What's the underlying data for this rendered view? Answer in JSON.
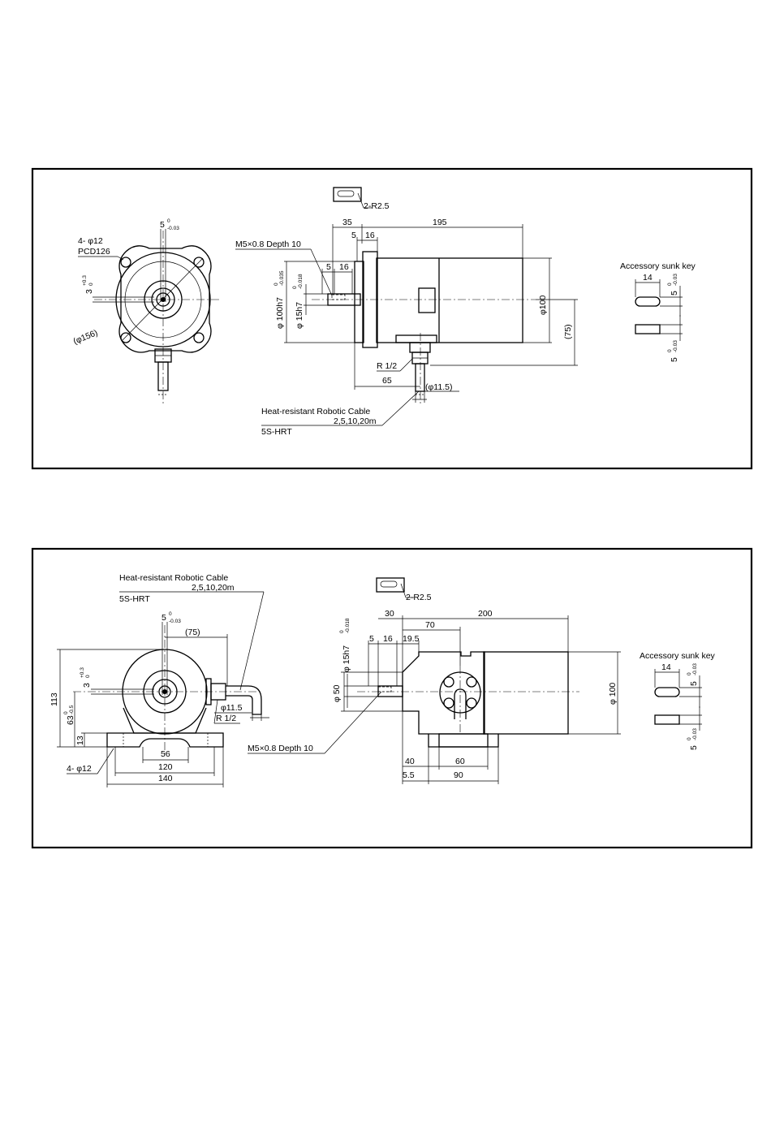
{
  "panel1": {
    "key_icon_label": "2-R2.5",
    "front": {
      "key_width": "5",
      "key_width_tol_upper": "0",
      "key_width_tol_lower": "-0.03",
      "holes": "4- φ12",
      "pcd": "PCD126",
      "key_depth": "3",
      "key_depth_tol_upper": "+0.3",
      "key_depth_tol_lower": "0",
      "outer_dia": "(φ156)"
    },
    "side": {
      "dim_35": "35",
      "dim_195": "195",
      "dim_5_top": "5",
      "dim_16_top": "16",
      "tap": "M5×0.8 Depth 10",
      "dim_5": "5",
      "dim_16": "16",
      "pilot_dia": "φ 100h7",
      "pilot_tol_upper": "0",
      "pilot_tol_lower": "-0.035",
      "shaft_dia": "φ 15h7",
      "shaft_tol_upper": "0",
      "shaft_tol_lower": "-0.018",
      "body_dia": "φ100",
      "dim_75": "(75)",
      "thread": "R 1/2",
      "dim_65": "65",
      "cable_dia": "(φ11.5)",
      "cable_name": "Heat-resistant Robotic Cable",
      "cable_lengths": "2,5,10,20m",
      "cable_model": "5S-HRT"
    },
    "key": {
      "title": "Accessory sunk key",
      "length": "14",
      "width": "5",
      "width_tol_upper": "0",
      "width_tol_lower": "-0.03",
      "height": "5",
      "height_tol_upper": "0",
      "height_tol_lower": "-0.03"
    }
  },
  "panel2": {
    "key_icon_label": "2-R2.5",
    "front": {
      "cable_name": "Heat-resistant Robotic Cable",
      "cable_lengths": "2,5,10,20m",
      "cable_model": "5S-HRT",
      "key_width": "5",
      "key_width_tol_upper": "0",
      "key_width_tol_lower": "-0.03",
      "dim_75": "(75)",
      "key_depth": "3",
      "key_depth_tol_upper": "+0.3",
      "key_depth_tol_lower": "0",
      "height_113": "113",
      "height_63": "63",
      "height_63_tol_upper": "0",
      "height_63_tol_lower": "-0.5",
      "base_13": "13",
      "cable_dia": "φ11.5",
      "thread": "R 1/2",
      "dim_56": "56",
      "dim_120": "120",
      "dim_140": "140",
      "holes": "4- φ12"
    },
    "side": {
      "dim_30": "30",
      "dim_200": "200",
      "dim_70": "70",
      "shaft_dia": "φ 15h7",
      "shaft_tol_upper": "0",
      "shaft_tol_lower": "-0.018",
      "dim_5": "5",
      "dim_16": "16",
      "dim_19_5": "19.5",
      "dia_50": "φ 50",
      "body_dia": "φ 100",
      "tap": "M5×0.8 Depth 10",
      "dim_40": "40",
      "dim_60": "60",
      "dim_5_5": "5.5",
      "dim_90": "90"
    },
    "key": {
      "title": "Accessory sunk key",
      "length": "14",
      "width": "5",
      "width_tol_upper": "0",
      "width_tol_lower": "-0.03",
      "height": "5",
      "height_tol_upper": "0",
      "height_tol_lower": "-0.03"
    }
  }
}
